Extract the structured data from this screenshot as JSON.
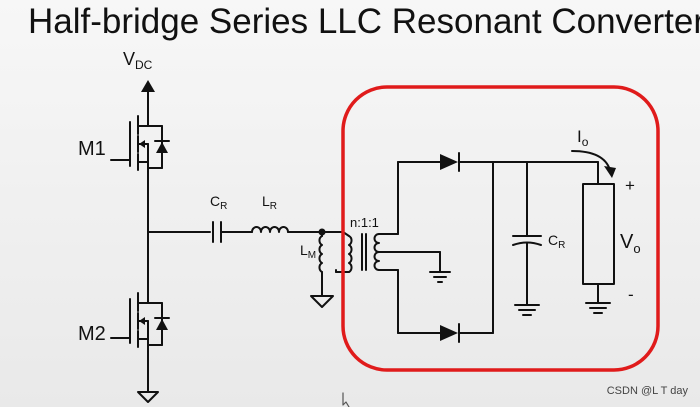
{
  "title": "Half-bridge Series LLC Resonant Converter",
  "labels": {
    "vdc_main": "V",
    "vdc_sub": "DC",
    "m1": "M1",
    "m2": "M2",
    "cr_main": "C",
    "cr_sub": "R",
    "lr_main": "L",
    "lr_sub": "R",
    "lm_main": "L",
    "lm_sub": "M",
    "ratio": "n:1:1",
    "cr2_main": "C",
    "cr2_sub": "R",
    "io_main": "I",
    "io_sub": "o",
    "vo_main": "V",
    "vo_sub": "o",
    "plus": "+",
    "minus": "-"
  },
  "highlight_color": "#e01b1b",
  "watermark": "CSDN @L T day"
}
